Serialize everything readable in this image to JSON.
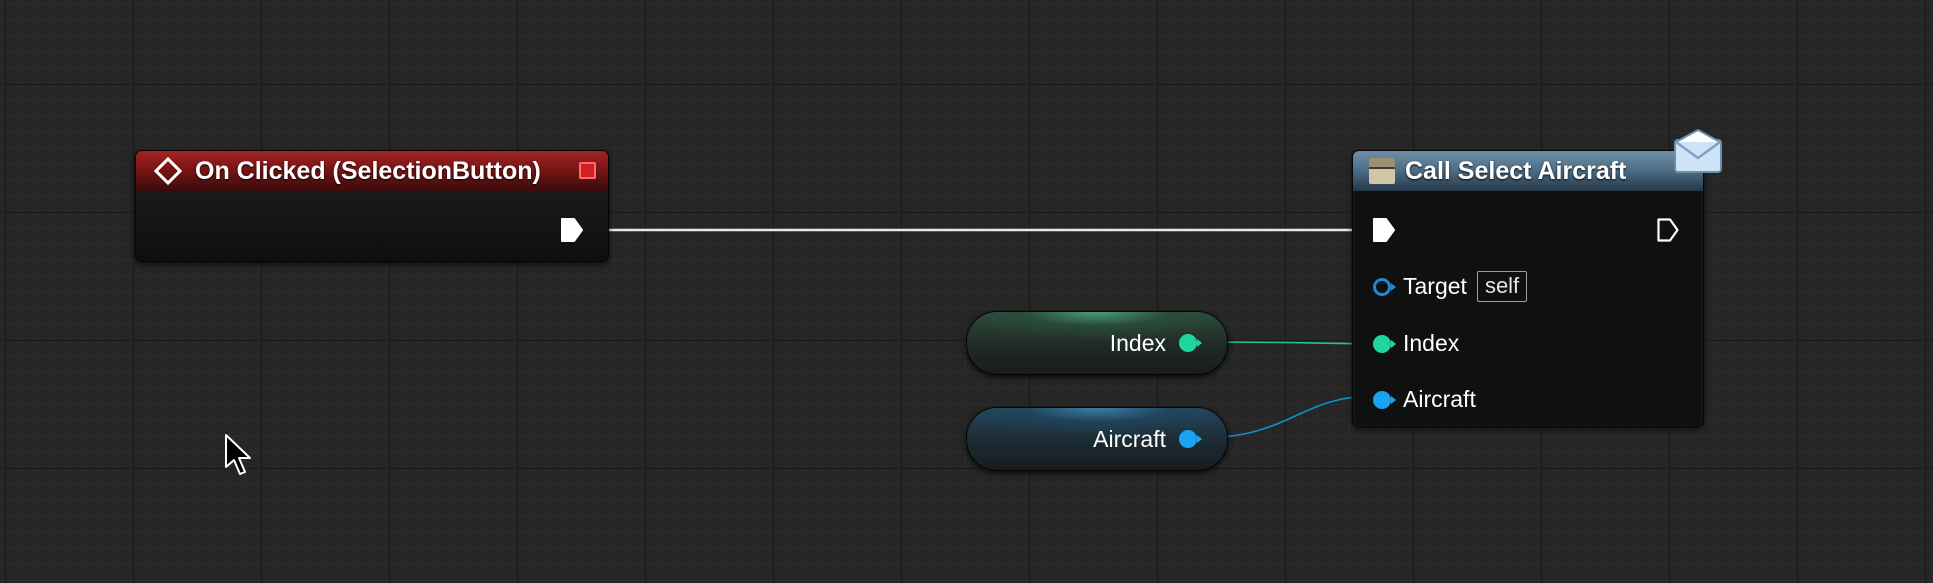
{
  "graph": {
    "wire_colors": {
      "exec": "#e8e8e8",
      "index": "#1fc59a",
      "aircraft": "#0f8fd6"
    }
  },
  "event_node": {
    "title": "On Clicked (SelectionButton)",
    "header_color": "#a32323",
    "icons": [
      "event-diamond-icon",
      "stop-icon"
    ],
    "pins": {
      "exec_out": "exec-output"
    }
  },
  "call_node": {
    "title": "Call Select Aircraft",
    "header_color": "#5b7d98",
    "icons": [
      "function-icon",
      "envelope-icon"
    ],
    "pins": [
      {
        "label": "Target",
        "type": "object",
        "color": "#1c8ad4",
        "default": "self"
      },
      {
        "label": "Index",
        "type": "integer",
        "color": "#1fd5a0"
      },
      {
        "label": "Aircraft",
        "type": "struct",
        "color": "#1aa3f0"
      }
    ]
  },
  "variables": [
    {
      "label": "Index",
      "color": "#1fd5a0"
    },
    {
      "label": "Aircraft",
      "color": "#1aa3f0"
    }
  ]
}
